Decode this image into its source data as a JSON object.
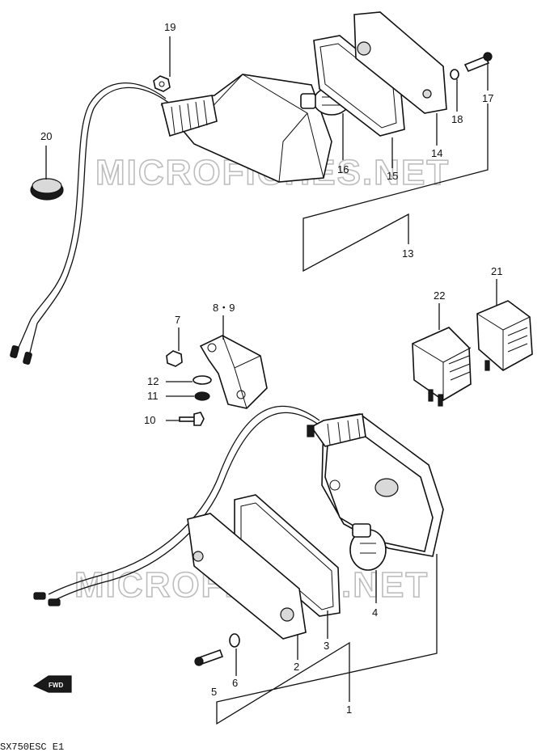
{
  "watermark": "MICROFICHES.NET",
  "footer_code": "SX750ESC E1",
  "fwd_label": "FWD",
  "callouts": {
    "c1": "1",
    "c2": "2",
    "c3": "3",
    "c4": "4",
    "c5": "5",
    "c6": "6",
    "c7": "7",
    "c89": "8・9",
    "c10": "10",
    "c11": "11",
    "c12": "12",
    "c13": "13",
    "c14": "14",
    "c15": "15",
    "c16": "16",
    "c17": "17",
    "c18": "18",
    "c19": "19",
    "c20": "20",
    "c21": "21",
    "c22": "22"
  }
}
